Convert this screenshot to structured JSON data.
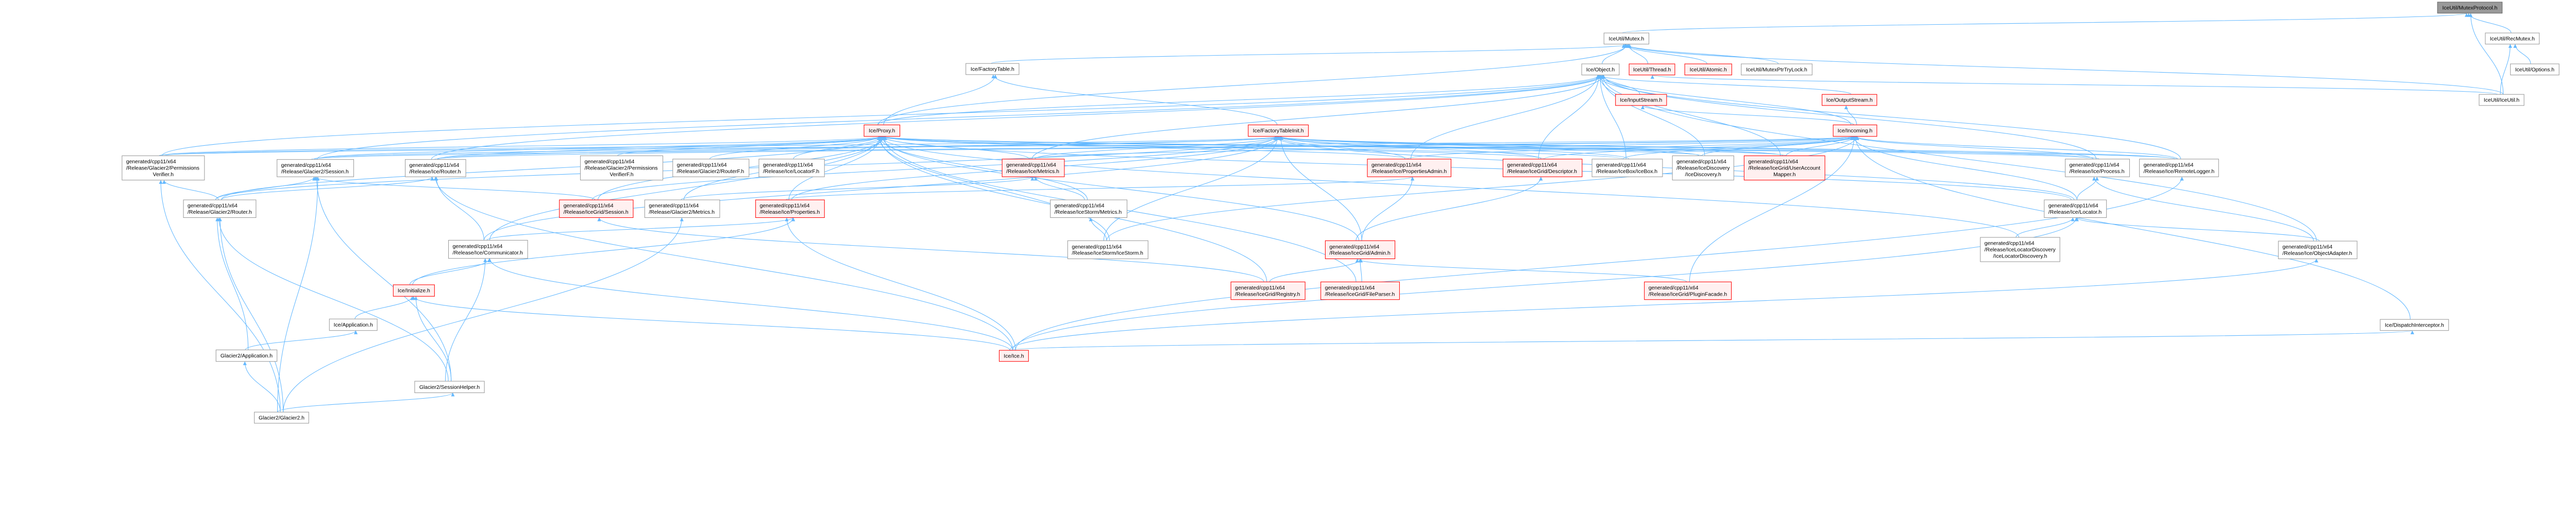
{
  "graph": {
    "type": "include-dependency-graph",
    "colors": {
      "edge": "#63b8ff",
      "node_border": "#999999",
      "incomplete_border": "#ff0000",
      "incomplete_fill": "#fff0f0",
      "root_fill": "#999999"
    },
    "nodes": [
      {
        "id": "mutexprotocol",
        "style": "root",
        "lines": [
          "IceUtil/MutexProtocol.h"
        ]
      },
      {
        "id": "recmutex",
        "style": "normal",
        "lines": [
          "IceUtil/RecMutex.h"
        ]
      },
      {
        "id": "options",
        "style": "normal",
        "lines": [
          "IceUtil/Options.h"
        ]
      },
      {
        "id": "iceutil",
        "style": "normal",
        "lines": [
          "IceUtil/IceUtil.h"
        ]
      },
      {
        "id": "mutex",
        "style": "normal",
        "lines": [
          "IceUtil/Mutex.h"
        ]
      },
      {
        "id": "object",
        "style": "normal",
        "lines": [
          "Ice/Object.h"
        ]
      },
      {
        "id": "thread",
        "style": "red",
        "lines": [
          "IceUtil/Thread.h"
        ]
      },
      {
        "id": "atomic",
        "style": "red",
        "lines": [
          "IceUtil/Atomic.h"
        ]
      },
      {
        "id": "mutexptrtrylock",
        "style": "normal",
        "lines": [
          "IceUtil/MutexPtrTryLock.h"
        ]
      },
      {
        "id": "inputstream",
        "style": "red",
        "lines": [
          "Ice/InputStream.h"
        ]
      },
      {
        "id": "outputstream",
        "style": "red",
        "lines": [
          "Ice/OutputStream.h"
        ]
      },
      {
        "id": "incoming",
        "style": "red",
        "lines": [
          "Ice/Incoming.h"
        ]
      },
      {
        "id": "factorytable",
        "style": "normal",
        "lines": [
          "Ice/FactoryTable.h"
        ]
      },
      {
        "id": "factorytableinit",
        "style": "red",
        "lines": [
          "Ice/FactoryTableInit.h"
        ]
      },
      {
        "id": "proxy",
        "style": "red",
        "lines": [
          "Ice/Proxy.h"
        ]
      },
      {
        "id": "permissionsverifier",
        "style": "normal",
        "lines": [
          "generated/cpp11/x64",
          "/Release/Glacier2/Permissions",
          "Verifier.h"
        ]
      },
      {
        "id": "g2session",
        "style": "normal",
        "lines": [
          "generated/cpp11/x64",
          "/Release/Glacier2/Session.h"
        ]
      },
      {
        "id": "icerouter",
        "style": "normal",
        "lines": [
          "generated/cpp11/x64",
          "/Release/Ice/Router.h"
        ]
      },
      {
        "id": "permissionsverifierf",
        "style": "normal",
        "lines": [
          "generated/cpp11/x64",
          "/Release/Glacier2/Permissions",
          "VerifierF.h"
        ]
      },
      {
        "id": "routerf",
        "style": "normal",
        "lines": [
          "generated/cpp11/x64",
          "/Release/Glacier2/RouterF.h"
        ]
      },
      {
        "id": "locatorf",
        "style": "normal",
        "lines": [
          "generated/cpp11/x64",
          "/Release/Ice/LocatorF.h"
        ]
      },
      {
        "id": "metrics",
        "style": "red",
        "lines": [
          "generated/cpp11/x64",
          "/Release/Ice/Metrics.h"
        ]
      },
      {
        "id": "propertiesadmin",
        "style": "red",
        "lines": [
          "generated/cpp11/x64",
          "/Release/Ice/PropertiesAdmin.h"
        ]
      },
      {
        "id": "descriptor",
        "style": "red",
        "lines": [
          "generated/cpp11/x64",
          "/Release/IceGrid/Descriptor.h"
        ]
      },
      {
        "id": "icebox",
        "style": "normal",
        "lines": [
          "generated/cpp11/x64",
          "/Release/IceBox/IceBox.h"
        ]
      },
      {
        "id": "icediscovery",
        "style": "normal",
        "lines": [
          "generated/cpp11/x64",
          "/Release/IceDiscovery",
          "/IceDiscovery.h"
        ]
      },
      {
        "id": "useraccountmapper",
        "style": "red",
        "lines": [
          "generated/cpp11/x64",
          "/Release/IceGrid/UserAccount",
          "Mapper.h"
        ]
      },
      {
        "id": "process",
        "style": "normal",
        "lines": [
          "generated/cpp11/x64",
          "/Release/Ice/Process.h"
        ]
      },
      {
        "id": "remotelogger",
        "style": "normal",
        "lines": [
          "generated/cpp11/x64",
          "/Release/Ice/RemoteLogger.h"
        ]
      },
      {
        "id": "g2router",
        "style": "normal",
        "lines": [
          "generated/cpp11/x64",
          "/Release/Glacier2/Router.h"
        ]
      },
      {
        "id": "icegridsession",
        "style": "red",
        "lines": [
          "generated/cpp11/x64",
          "/Release/IceGrid/Session.h"
        ]
      },
      {
        "id": "g2metrics",
        "style": "normal",
        "lines": [
          "generated/cpp11/x64",
          "/Release/Glacier2/Metrics.h"
        ]
      },
      {
        "id": "properties",
        "style": "red",
        "lines": [
          "generated/cpp11/x64",
          "/Release/Ice/Properties.h"
        ]
      },
      {
        "id": "icestormmetrics",
        "style": "normal",
        "lines": [
          "generated/cpp11/x64",
          "/Release/IceStorm/Metrics.h"
        ]
      },
      {
        "id": "locator",
        "style": "normal",
        "lines": [
          "generated/cpp11/x64",
          "/Release/Ice/Locator.h"
        ]
      },
      {
        "id": "communicator",
        "style": "normal",
        "lines": [
          "generated/cpp11/x64",
          "/Release/Ice/Communicator.h"
        ]
      },
      {
        "id": "icestorm",
        "style": "normal",
        "lines": [
          "generated/cpp11/x64",
          "/Release/IceStorm/IceStorm.h"
        ]
      },
      {
        "id": "admin",
        "style": "red",
        "lines": [
          "generated/cpp11/x64",
          "/Release/IceGrid/Admin.h"
        ]
      },
      {
        "id": "icelocatordiscovery",
        "style": "normal",
        "lines": [
          "generated/cpp11/x64",
          "/Release/IceLocatorDiscovery",
          "/IceLocatorDiscovery.h"
        ]
      },
      {
        "id": "objectadapter",
        "style": "normal",
        "lines": [
          "generated/cpp11/x64",
          "/Release/Ice/ObjectAdapter.h"
        ]
      },
      {
        "id": "registry",
        "style": "red",
        "lines": [
          "generated/cpp11/x64",
          "/Release/IceGrid/Registry.h"
        ]
      },
      {
        "id": "fileparser",
        "style": "red",
        "lines": [
          "generated/cpp11/x64",
          "/Release/IceGrid/FileParser.h"
        ]
      },
      {
        "id": "pluginfacade",
        "style": "red",
        "lines": [
          "generated/cpp11/x64",
          "/Release/IceGrid/PluginFacade.h"
        ]
      },
      {
        "id": "initialize",
        "style": "red",
        "lines": [
          "Ice/Initialize.h"
        ]
      },
      {
        "id": "application",
        "style": "normal",
        "lines": [
          "Ice/Application.h"
        ]
      },
      {
        "id": "dispatchinterceptor",
        "style": "normal",
        "lines": [
          "Ice/DispatchInterceptor.h"
        ]
      },
      {
        "id": "g2application",
        "style": "normal",
        "lines": [
          "Glacier2/Application.h"
        ]
      },
      {
        "id": "ice",
        "style": "red",
        "lines": [
          "Ice/Ice.h"
        ]
      },
      {
        "id": "sessionhelper",
        "style": "normal",
        "lines": [
          "Glacier2/SessionHelper.h"
        ]
      },
      {
        "id": "glacier2",
        "style": "normal",
        "lines": [
          "Glacier2/Glacier2.h"
        ]
      }
    ],
    "edges": [
      [
        "mutex",
        "mutexprotocol"
      ],
      [
        "recmutex",
        "mutexprotocol"
      ],
      [
        "iceutil",
        "mutexprotocol"
      ],
      [
        "options",
        "recmutex"
      ],
      [
        "iceutil",
        "recmutex"
      ],
      [
        "object",
        "mutex"
      ],
      [
        "thread",
        "mutex"
      ],
      [
        "atomic",
        "mutex"
      ],
      [
        "mutexptrtrylock",
        "mutex"
      ],
      [
        "proxy",
        "mutex"
      ],
      [
        "factorytable",
        "mutex"
      ],
      [
        "iceutil",
        "mutex"
      ],
      [
        "iceutil",
        "thread"
      ],
      [
        "inputstream",
        "object"
      ],
      [
        "outputstream",
        "object"
      ],
      [
        "incoming",
        "object"
      ],
      [
        "incoming",
        "inputstream"
      ],
      [
        "incoming",
        "outputstream"
      ],
      [
        "proxy",
        "object"
      ],
      [
        "factorytableinit",
        "factorytable"
      ],
      [
        "proxy",
        "factorytable"
      ],
      [
        "permissionsverifier",
        "proxy"
      ],
      [
        "permissionsverifier",
        "object"
      ],
      [
        "permissionsverifier",
        "factorytableinit"
      ],
      [
        "permissionsverifier",
        "incoming"
      ],
      [
        "g2session",
        "proxy"
      ],
      [
        "g2session",
        "object"
      ],
      [
        "g2session",
        "factorytableinit"
      ],
      [
        "g2session",
        "incoming"
      ],
      [
        "icerouter",
        "proxy"
      ],
      [
        "icerouter",
        "object"
      ],
      [
        "icerouter",
        "factorytableinit"
      ],
      [
        "icerouter",
        "incoming"
      ],
      [
        "permissionsverifierf",
        "proxy"
      ],
      [
        "routerf",
        "proxy"
      ],
      [
        "locatorf",
        "proxy"
      ],
      [
        "metrics",
        "proxy"
      ],
      [
        "metrics",
        "object"
      ],
      [
        "metrics",
        "factorytableinit"
      ],
      [
        "metrics",
        "incoming"
      ],
      [
        "propertiesadmin",
        "proxy"
      ],
      [
        "propertiesadmin",
        "object"
      ],
      [
        "propertiesadmin",
        "factorytableinit"
      ],
      [
        "propertiesadmin",
        "incoming"
      ],
      [
        "descriptor",
        "proxy"
      ],
      [
        "descriptor",
        "object"
      ],
      [
        "descriptor",
        "factorytableinit"
      ],
      [
        "descriptor",
        "incoming"
      ],
      [
        "icebox",
        "proxy"
      ],
      [
        "icebox",
        "object"
      ],
      [
        "icebox",
        "factorytableinit"
      ],
      [
        "icebox",
        "incoming"
      ],
      [
        "icediscovery",
        "proxy"
      ],
      [
        "icediscovery",
        "object"
      ],
      [
        "icediscovery",
        "factorytableinit"
      ],
      [
        "icediscovery",
        "incoming"
      ],
      [
        "useraccountmapper",
        "proxy"
      ],
      [
        "useraccountmapper",
        "object"
      ],
      [
        "useraccountmapper",
        "factorytableinit"
      ],
      [
        "useraccountmapper",
        "incoming"
      ],
      [
        "process",
        "proxy"
      ],
      [
        "process",
        "object"
      ],
      [
        "process",
        "factorytableinit"
      ],
      [
        "process",
        "incoming"
      ],
      [
        "remotelogger",
        "proxy"
      ],
      [
        "remotelogger",
        "object"
      ],
      [
        "remotelogger",
        "factorytableinit"
      ],
      [
        "remotelogger",
        "incoming"
      ],
      [
        "g2router",
        "icerouter"
      ],
      [
        "g2router",
        "g2session"
      ],
      [
        "g2router",
        "permissionsverifier"
      ],
      [
        "g2router",
        "proxy"
      ],
      [
        "g2router",
        "factorytableinit"
      ],
      [
        "icegridsession",
        "g2session"
      ],
      [
        "icegridsession",
        "proxy"
      ],
      [
        "icegridsession",
        "factorytableinit"
      ],
      [
        "g2metrics",
        "metrics"
      ],
      [
        "g2metrics",
        "proxy"
      ],
      [
        "properties",
        "propertiesadmin"
      ],
      [
        "properties",
        "proxy"
      ],
      [
        "properties",
        "factorytableinit"
      ],
      [
        "icestormmetrics",
        "metrics"
      ],
      [
        "icestormmetrics",
        "proxy"
      ],
      [
        "locator",
        "process"
      ],
      [
        "locator",
        "proxy"
      ],
      [
        "locator",
        "factorytableinit"
      ],
      [
        "locator",
        "incoming"
      ],
      [
        "communicator",
        "icerouter"
      ],
      [
        "communicator",
        "properties"
      ],
      [
        "communicator",
        "proxy"
      ],
      [
        "communicator",
        "factorytableinit"
      ],
      [
        "icestorm",
        "icestormmetrics"
      ],
      [
        "icestorm",
        "proxy"
      ],
      [
        "icestorm",
        "factorytableinit"
      ],
      [
        "icestorm",
        "incoming"
      ],
      [
        "admin",
        "propertiesadmin"
      ],
      [
        "admin",
        "descriptor"
      ],
      [
        "admin",
        "proxy"
      ],
      [
        "admin",
        "factorytableinit"
      ],
      [
        "icelocatordiscovery",
        "locator"
      ],
      [
        "icelocatordiscovery",
        "proxy"
      ],
      [
        "objectadapter",
        "locator"
      ],
      [
        "objectadapter",
        "process"
      ],
      [
        "objectadapter",
        "object"
      ],
      [
        "registry",
        "admin"
      ],
      [
        "registry",
        "icegridsession"
      ],
      [
        "registry",
        "proxy"
      ],
      [
        "fileparser",
        "admin"
      ],
      [
        "fileparser",
        "proxy"
      ],
      [
        "pluginfacade",
        "admin"
      ],
      [
        "pluginfacade",
        "incoming"
      ],
      [
        "initialize",
        "communicator"
      ],
      [
        "initialize",
        "properties"
      ],
      [
        "application",
        "initialize"
      ],
      [
        "dispatchinterceptor",
        "incoming"
      ],
      [
        "g2application",
        "application"
      ],
      [
        "g2application",
        "g2router"
      ],
      [
        "ice",
        "initialize"
      ],
      [
        "ice",
        "communicator"
      ],
      [
        "ice",
        "properties"
      ],
      [
        "ice",
        "objectadapter"
      ],
      [
        "ice",
        "locator"
      ],
      [
        "ice",
        "remotelogger"
      ],
      [
        "ice",
        "dispatchinterceptor"
      ],
      [
        "ice",
        "icerouter"
      ],
      [
        "sessionhelper",
        "initialize"
      ],
      [
        "sessionhelper",
        "communicator"
      ],
      [
        "sessionhelper",
        "g2router"
      ],
      [
        "sessionhelper",
        "g2session"
      ],
      [
        "glacier2",
        "sessionhelper"
      ],
      [
        "glacier2",
        "g2application"
      ],
      [
        "glacier2",
        "g2router"
      ],
      [
        "glacier2",
        "g2session"
      ],
      [
        "glacier2",
        "permissionsverifier"
      ],
      [
        "glacier2",
        "g2metrics"
      ]
    ]
  }
}
